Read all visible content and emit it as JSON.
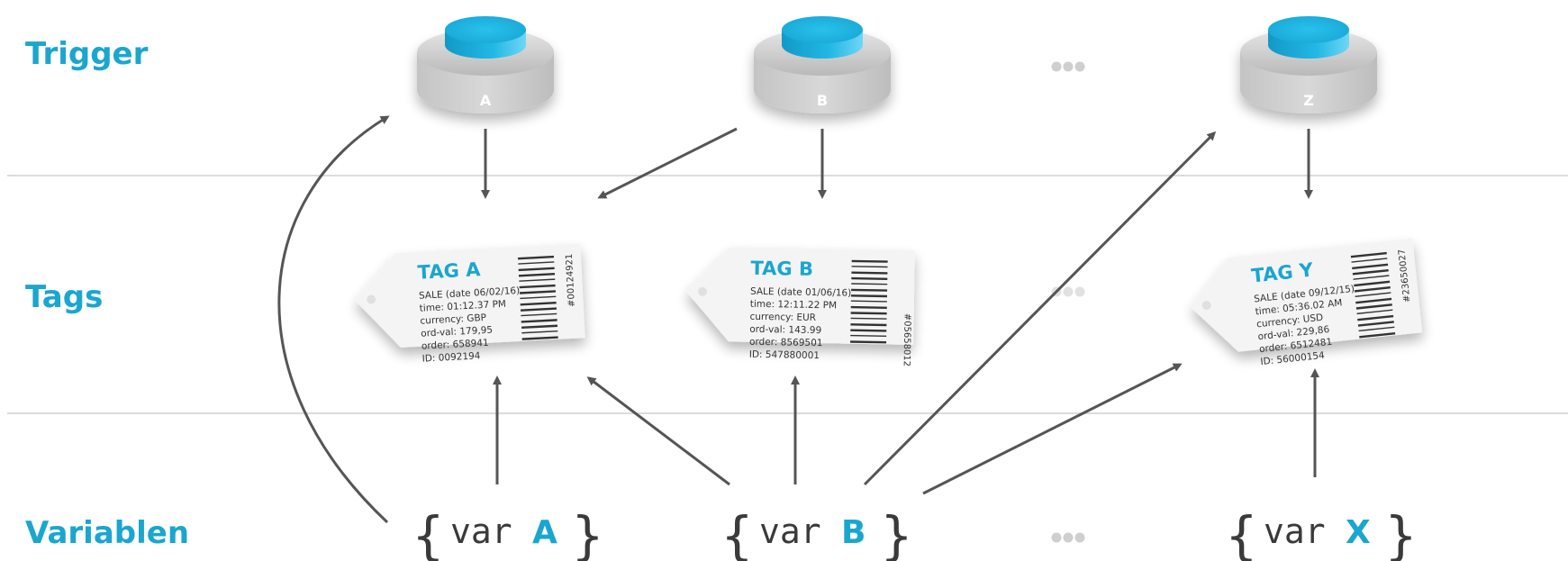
{
  "rows": {
    "trigger": "Trigger",
    "tags": "Tags",
    "variables": "Variablen"
  },
  "triggers": [
    {
      "letter": "A"
    },
    {
      "letter": "B"
    },
    {
      "letter": "Z"
    }
  ],
  "tags": [
    {
      "title": "TAG A",
      "lines": [
        "SALE (date 06/02/16)",
        "time: 01:12.37 PM",
        "currency: GBP",
        "ord-val: 179,95",
        "order: 658941",
        "ID: 0092194"
      ],
      "code": "#00124921"
    },
    {
      "title": "TAG B",
      "lines": [
        "SALE (date 01/06/16)",
        "time: 12:11.22 PM",
        "currency: EUR",
        "ord-val: 143.99",
        "order: 8569501",
        "ID: 547880001"
      ],
      "code": "#05658012"
    },
    {
      "title": "TAG Y",
      "lines": [
        "SALE (date 09/12/15)",
        "time: 05:36.02 AM",
        "currency: USD",
        "ord-val: 229,86",
        "order: 6512481",
        "ID: 56000154"
      ],
      "code": "#23650027"
    }
  ],
  "variables": [
    {
      "open": "{",
      "keyword": "var",
      "name": "A",
      "close": "}"
    },
    {
      "open": "{",
      "keyword": "var",
      "name": "B",
      "close": "}"
    },
    {
      "open": "{",
      "keyword": "var",
      "name": "X",
      "close": "}"
    }
  ],
  "colors": {
    "accent": "#1aa6cf",
    "arrow": "#555555",
    "divider": "#dcdcdc"
  }
}
